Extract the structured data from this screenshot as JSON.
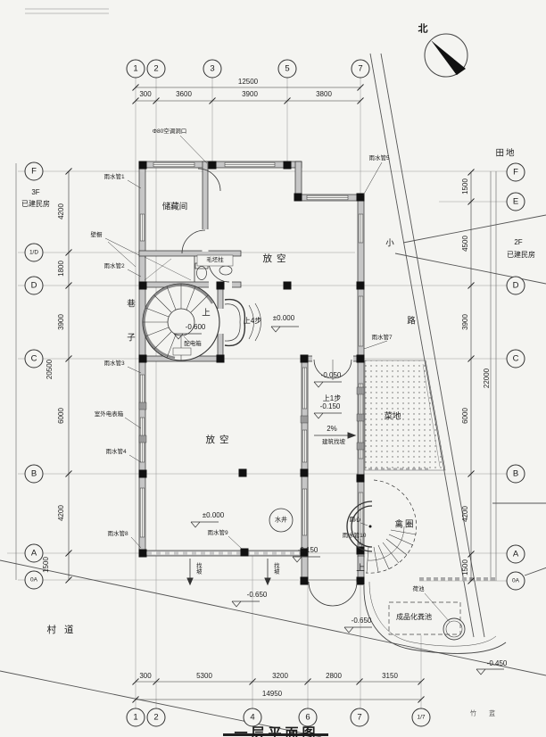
{
  "compass": {
    "label": "北"
  },
  "drawing_title": "一层平面图",
  "grid": {
    "top": [
      "1",
      "2",
      "3",
      "5",
      "7"
    ],
    "bottom": [
      "1",
      "2",
      "4",
      "6",
      "7",
      "1/7"
    ],
    "left": [
      "F",
      "1/D",
      "D",
      "C",
      "B",
      "A",
      "0A"
    ],
    "right": [
      "F",
      "E",
      "D",
      "C",
      "B",
      "A",
      "0A"
    ]
  },
  "dims": {
    "top": {
      "total": "12500",
      "segs": [
        "300",
        "3600",
        "3900",
        "3800"
      ]
    },
    "bottom": {
      "total": "14950",
      "segs": [
        "300",
        "5300",
        "3200",
        "2800",
        "3150"
      ]
    },
    "left": {
      "total": "20500",
      "segs": [
        "4200",
        "1800",
        "3900",
        "6000",
        "4200",
        "1500"
      ]
    },
    "right": {
      "total": "22000",
      "segs": [
        "1500",
        "4500",
        "3900",
        "6000",
        "4200",
        "1500"
      ]
    }
  },
  "rooms": {
    "storage": "储藏间",
    "void_upper": "放空",
    "void_lower": "放空",
    "well": "水井",
    "poultry_pen": "禽圈",
    "vegetable_plot": "菜地",
    "field": "田地",
    "village_road": "村道",
    "alley_1": "巷",
    "alley_2": "子",
    "path_1": "小",
    "path_2": "路",
    "neighbor_left_floor": "3F",
    "neighbor_left": "已建民房",
    "neighbor_right_floor": "2F",
    "neighbor_right": "已建民房",
    "septic_tank": "成品化粪池",
    "pond": "荷池"
  },
  "labels": {
    "ac_hole": "Φ80空调洞口",
    "closet": "壁橱",
    "rough_column": "毛坯柱",
    "meter_box": "室外电表箱",
    "power_box": "配电箱",
    "circle_center": "圆心",
    "slope_percent": "2%",
    "slope_note": "建筑找坡",
    "slope_arrow_a": "找坡",
    "slope_arrow_b": "找坡",
    "up_spiral": "上",
    "up_4_steps": "上4步",
    "up_1_step": "上1步",
    "up_curved": "上",
    "corner_marks": "竹蓝"
  },
  "rain_pipes": [
    "雨水管1",
    "雨水管2",
    "雨水管3",
    "雨水管4",
    "雨水管5",
    "雨水管7",
    "雨水管8",
    "雨水管9",
    "雨水管10"
  ],
  "elevations": {
    "entry": "±0.000",
    "ground": "±0.000",
    "spiral": "-0.600",
    "porch_top": "-0.050",
    "porch_mid": "-0.150",
    "yard": "-0.150",
    "terrace": "-0.650",
    "septic_side": "-0.650",
    "road": "-0.450"
  }
}
